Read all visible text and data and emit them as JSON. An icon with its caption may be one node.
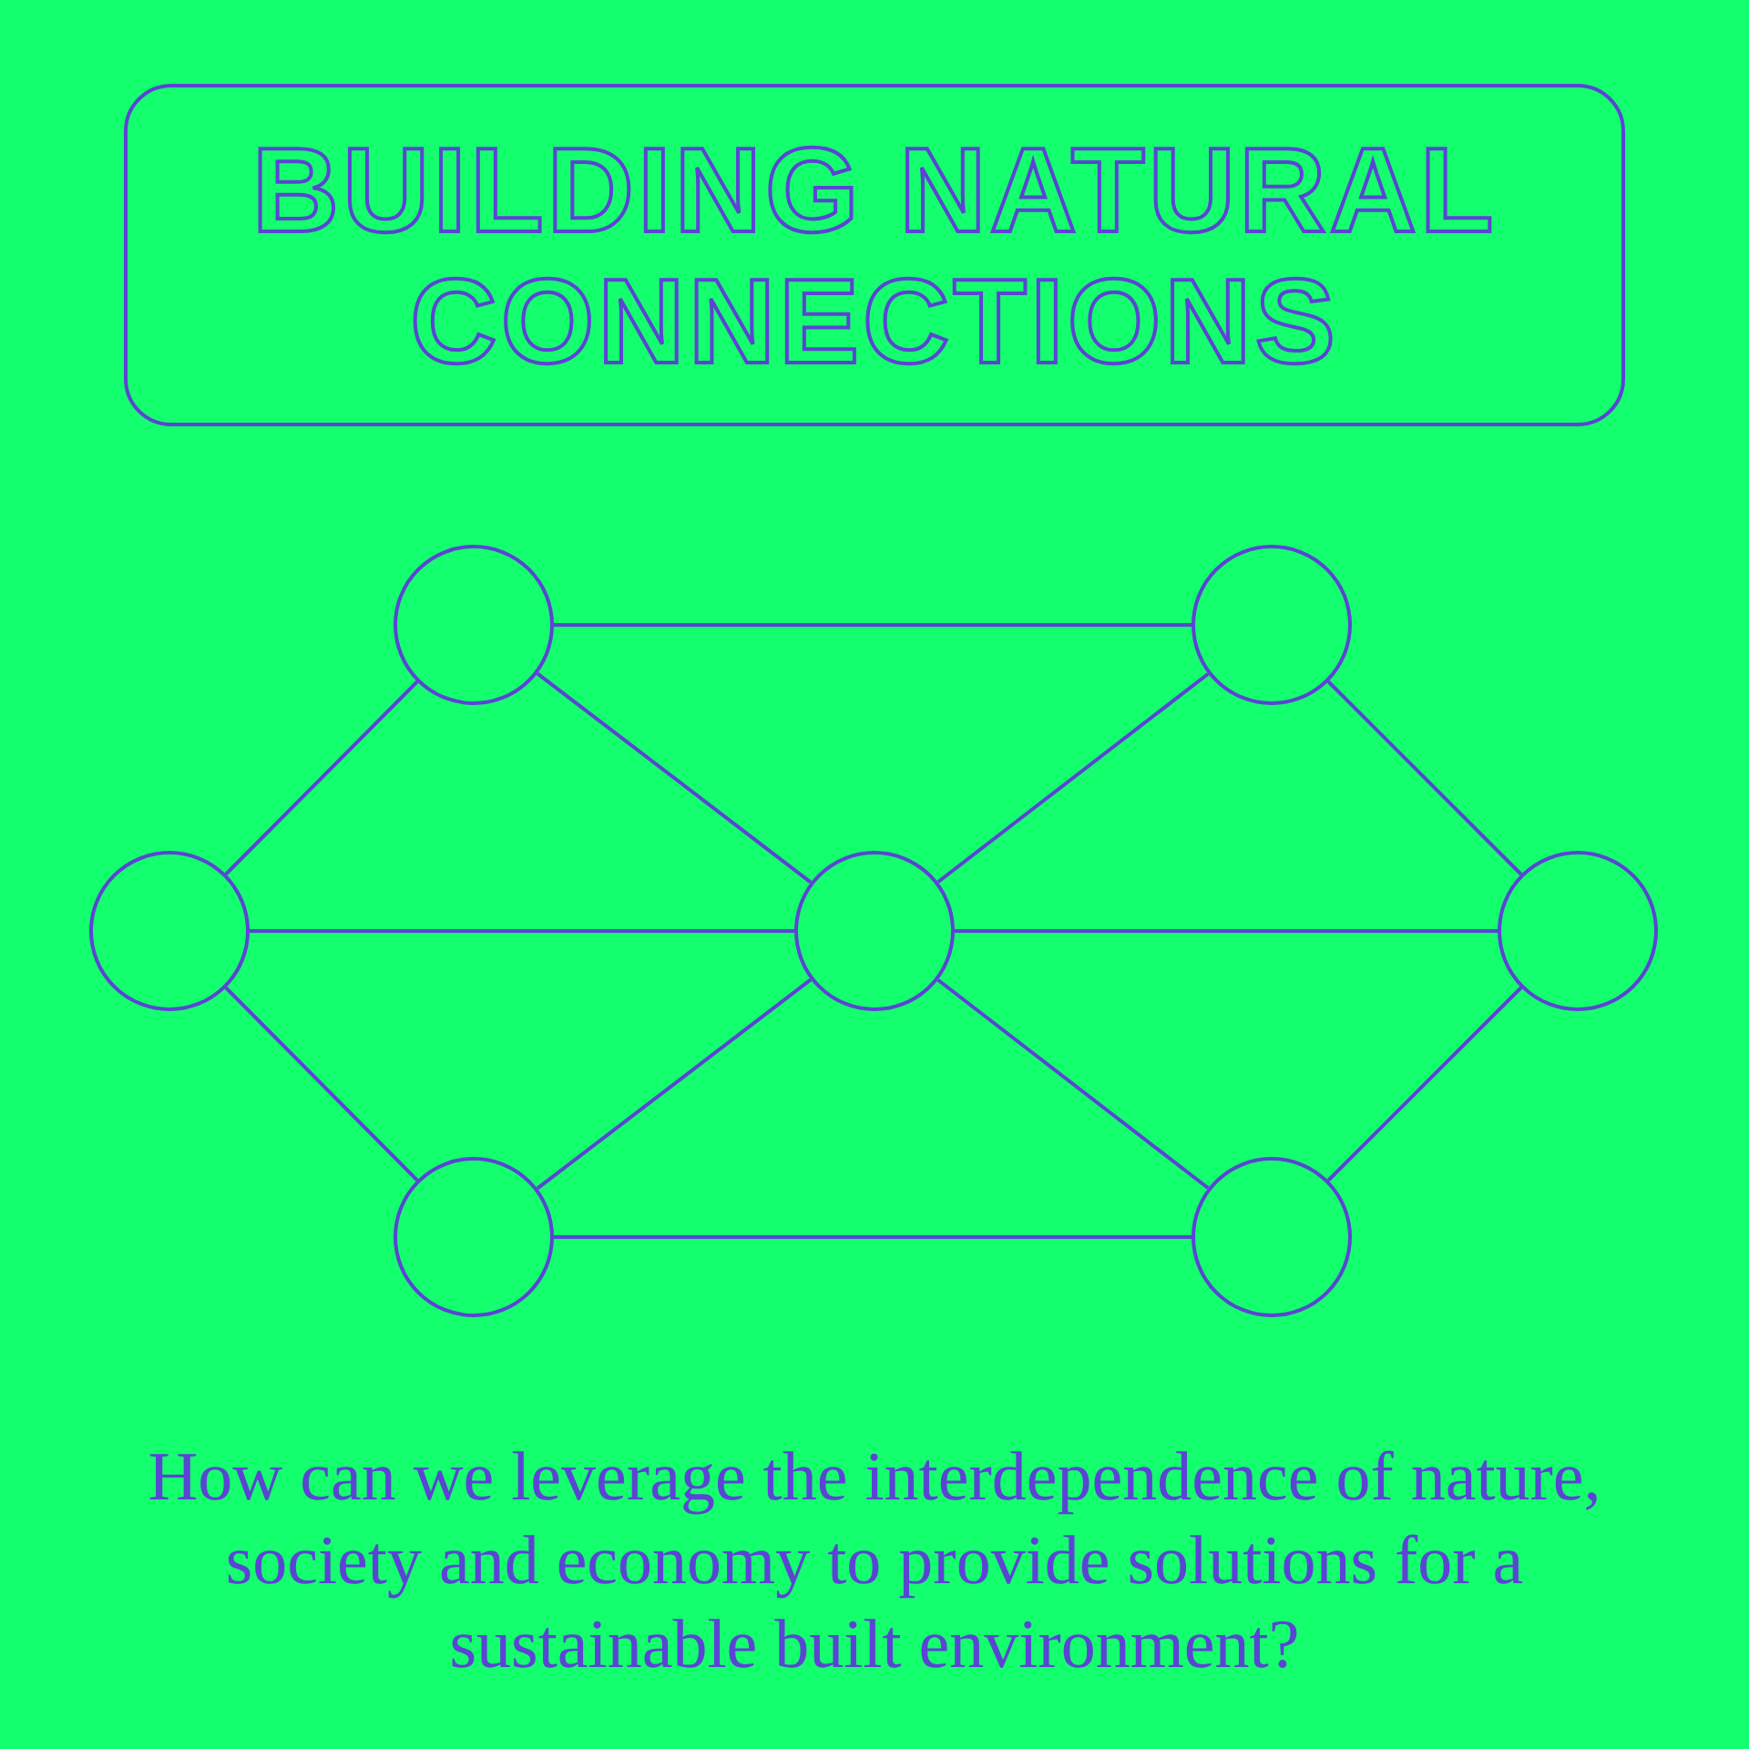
{
  "diagram": {
    "title": "BUILDING NATURAL CONNECTIONS",
    "nodes": [
      {
        "text": [],
        "shape": "circle"
      },
      {
        "text": [],
        "shape": "circle"
      },
      {
        "text": [],
        "shape": "circle"
      },
      {
        "text": [],
        "shape": "circle"
      },
      {
        "text": [],
        "shape": "circle"
      },
      {
        "text": [],
        "shape": "circle"
      },
      {
        "text": [],
        "shape": "circle"
      }
    ],
    "edges": [
      {
        "from": 0,
        "to": 1,
        "arrow": "none"
      },
      {
        "from": 0,
        "to": 2,
        "arrow": "none"
      },
      {
        "from": 0,
        "to": 3,
        "arrow": "none"
      },
      {
        "from": 1,
        "to": 3,
        "arrow": "none"
      },
      {
        "from": 1,
        "to": 4,
        "arrow": "none"
      },
      {
        "from": 2,
        "to": 3,
        "arrow": "none"
      },
      {
        "from": 3,
        "to": 4,
        "arrow": "none"
      },
      {
        "from": 2,
        "to": 5,
        "arrow": "none"
      },
      {
        "from": 5,
        "to": 3,
        "arrow": "none"
      },
      {
        "from": 3,
        "to": 6,
        "arrow": "none"
      },
      {
        "from": 6,
        "to": 4,
        "arrow": "none"
      },
      {
        "from": 5,
        "to": 6,
        "arrow": "none"
      }
    ],
    "caption": "How can we leverage the interdependence of nature, society and economy to provide solutions for a sustainable built environment?"
  }
}
